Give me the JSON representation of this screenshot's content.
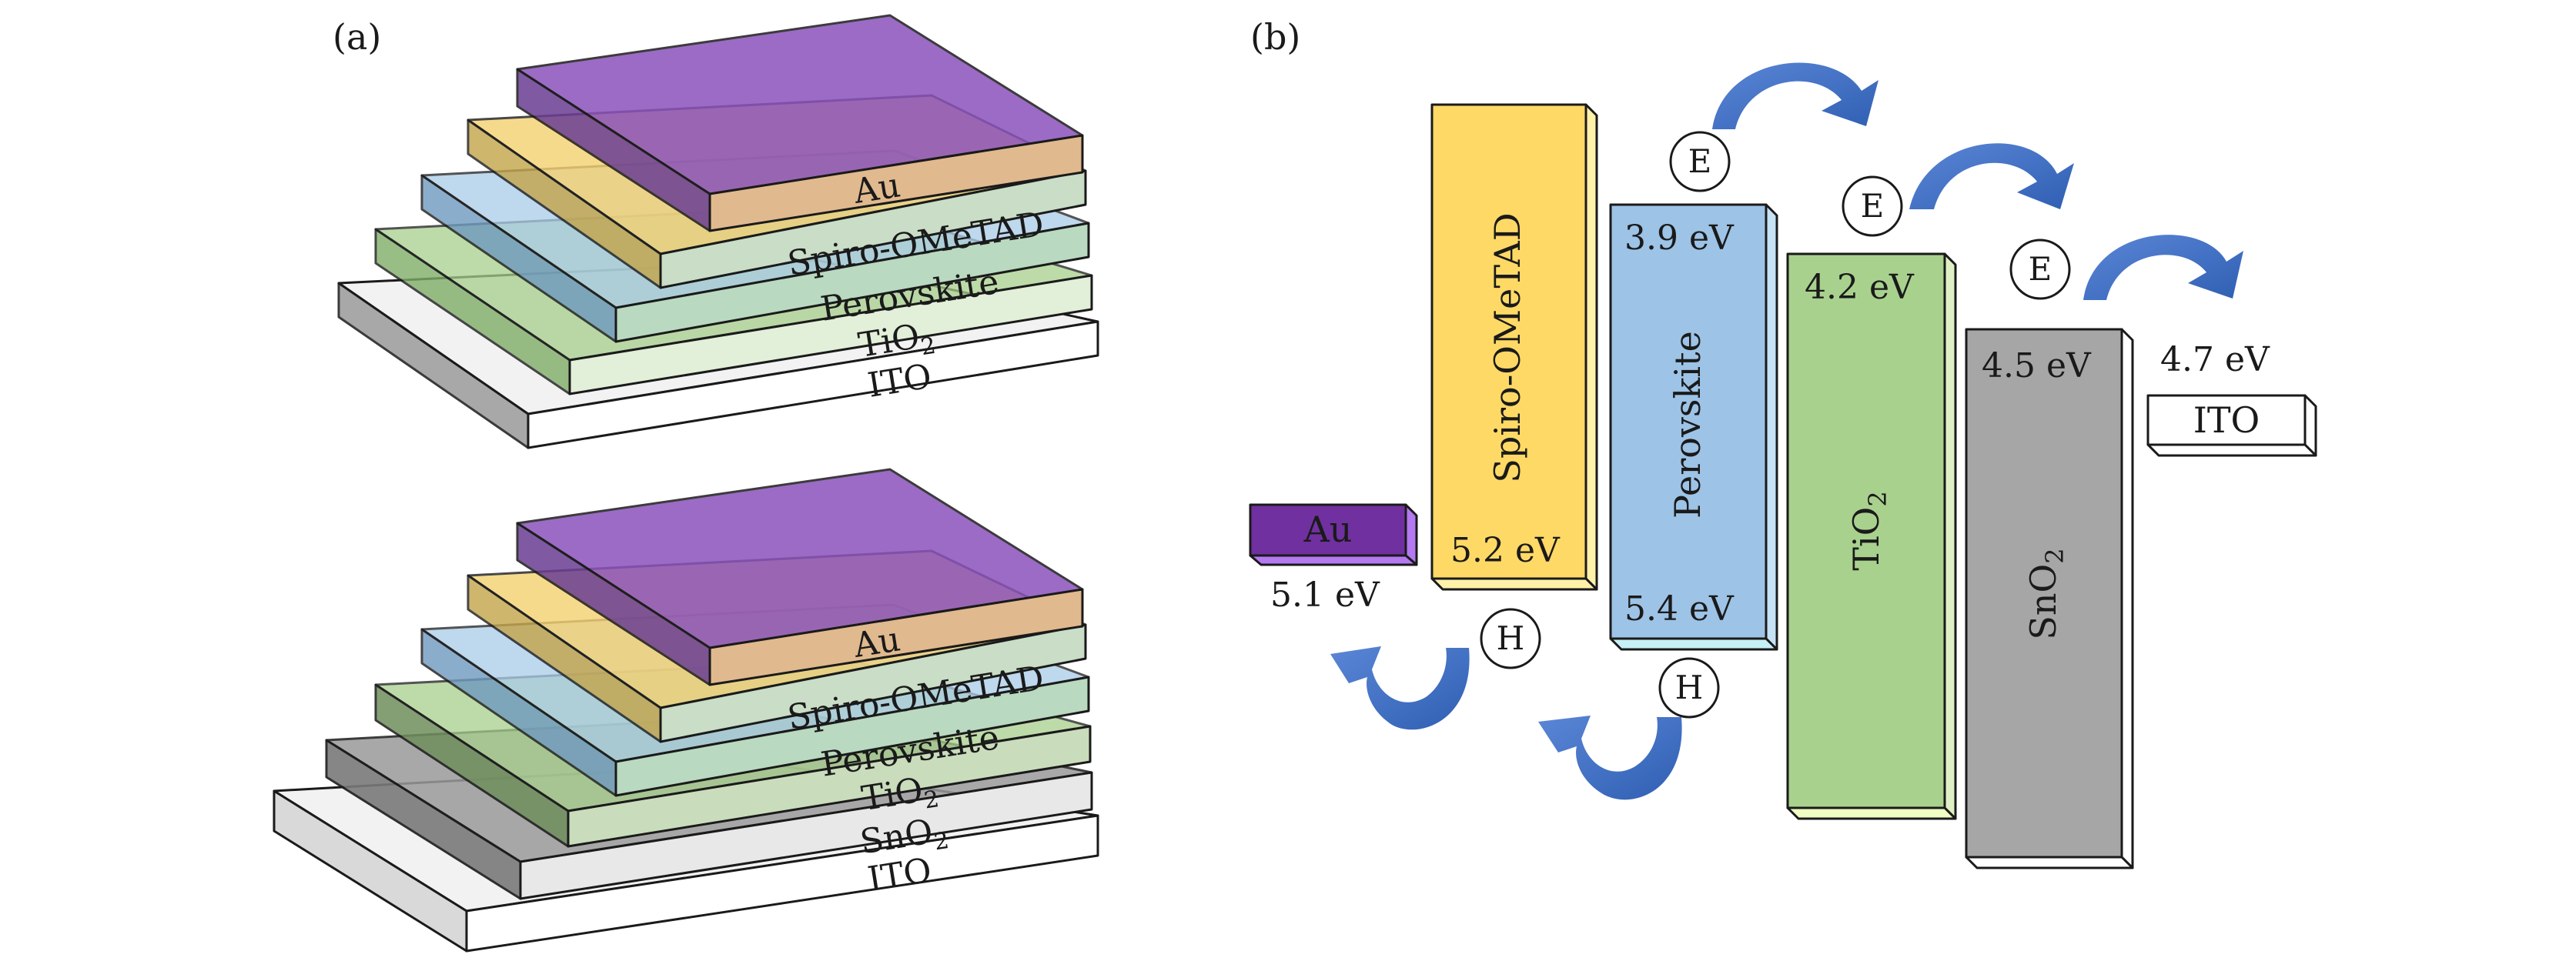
{
  "panels": {
    "a": "(a)",
    "b": "(b)"
  },
  "stack_top": {
    "layers": [
      {
        "label": "Au",
        "color": "#7e3fb0"
      },
      {
        "label": "Spiro-OMeTAD",
        "color": "#f5d170"
      },
      {
        "label": "Perovskite",
        "color": "#a9cbe8"
      },
      {
        "label": "TiO",
        "sub": "2",
        "color": "#a7cf8c"
      },
      {
        "label": "ITO",
        "color": "#ffffff"
      }
    ]
  },
  "stack_bottom": {
    "layers": [
      {
        "label": "Au",
        "color": "#7e3fb0"
      },
      {
        "label": "Spiro-OMeTAD",
        "color": "#f5d170"
      },
      {
        "label": "Perovskite",
        "color": "#a9cbe8"
      },
      {
        "label": "TiO",
        "sub": "2",
        "color": "#a7cf8c"
      },
      {
        "label": "SnO",
        "sub": "2",
        "color": "#9a9a9a"
      },
      {
        "label": "ITO",
        "color": "#ffffff"
      }
    ]
  },
  "bands": {
    "au": {
      "label": "Au",
      "value": "5.1 eV",
      "color": "#7030a0"
    },
    "spiro": {
      "label": "Spiro-OMeTAD",
      "value": "5.2 eV",
      "color": "#ffd966"
    },
    "perovskite": {
      "label": "Perovskite",
      "top_value": "3.9 eV",
      "bottom_value": "5.4 eV",
      "color": "#9dc3e6"
    },
    "tio2": {
      "label": "TiO",
      "sub": "2",
      "value": "4.2 eV",
      "color": "#a9d18e"
    },
    "sno2": {
      "label": "SnO",
      "sub": "2",
      "value": "4.5 eV",
      "color": "#a6a6a6"
    },
    "ito": {
      "label": "ITO",
      "value": "4.7 eV",
      "color": "#ffffff"
    }
  },
  "carriers": {
    "electron": "E",
    "hole": "H"
  },
  "colors": {
    "arrow": "#4472c4",
    "outline": "#1a1a1a"
  }
}
